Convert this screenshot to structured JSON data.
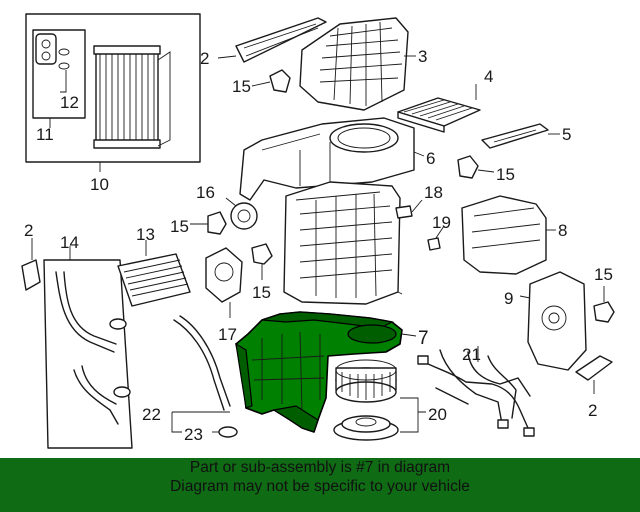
{
  "diagram": {
    "labels": [
      "2",
      "3",
      "4",
      "5",
      "6",
      "7",
      "8",
      "9",
      "10",
      "11",
      "12",
      "13",
      "14",
      "15",
      "16",
      "17",
      "18",
      "19",
      "20",
      "21",
      "22",
      "23"
    ],
    "highlight_color": "#008000",
    "highlighted_part": "7"
  },
  "banner": {
    "line1": "Part or sub-assembly is #7 in diagram",
    "line2": "Diagram may not be specific to your vehicle",
    "background": "#0f6b14"
  }
}
